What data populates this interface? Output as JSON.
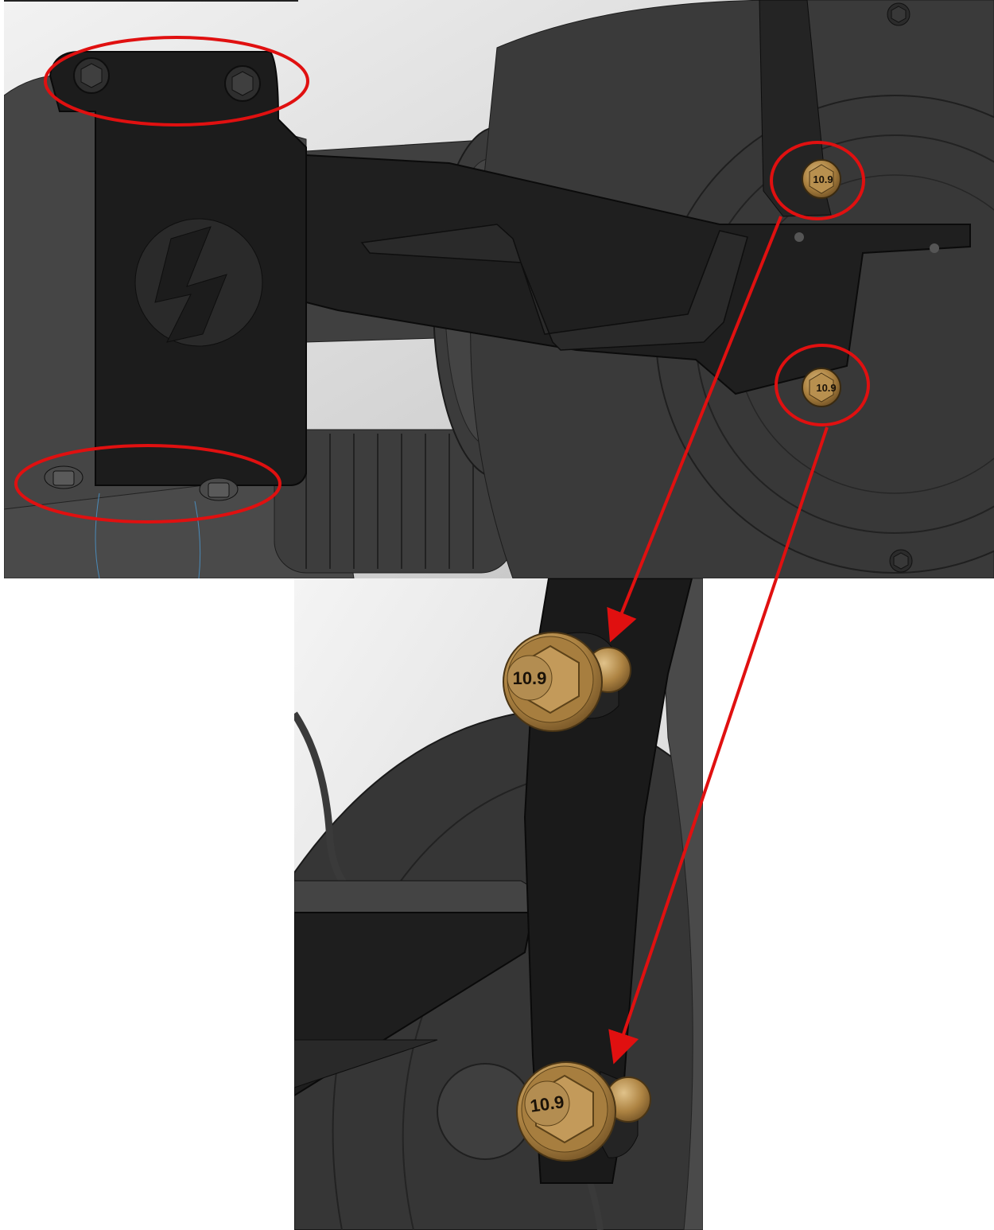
{
  "bolt_grade": "10.9",
  "colors": {
    "annotation": "#e01010",
    "bracket": "#1c1c1c",
    "housing": "#3c3c3c",
    "bolt_bronze": "#b08a4a",
    "background": "#ffffff"
  },
  "views": [
    {
      "name": "overview-view",
      "description_visible": false
    },
    {
      "name": "detail-view",
      "description_visible": false
    }
  ],
  "annotations": [
    {
      "kind": "ellipse",
      "target": "upper-mount-bolts"
    },
    {
      "kind": "ellipse",
      "target": "lower-mount-nuts"
    },
    {
      "kind": "circle",
      "target": "upper-10.9-bolt"
    },
    {
      "kind": "circle",
      "target": "lower-10.9-bolt"
    },
    {
      "kind": "arrow",
      "from": "upper-10.9-bolt",
      "to": "detail-upper-bolt"
    },
    {
      "kind": "arrow",
      "from": "lower-10.9-bolt",
      "to": "detail-lower-bolt"
    }
  ]
}
